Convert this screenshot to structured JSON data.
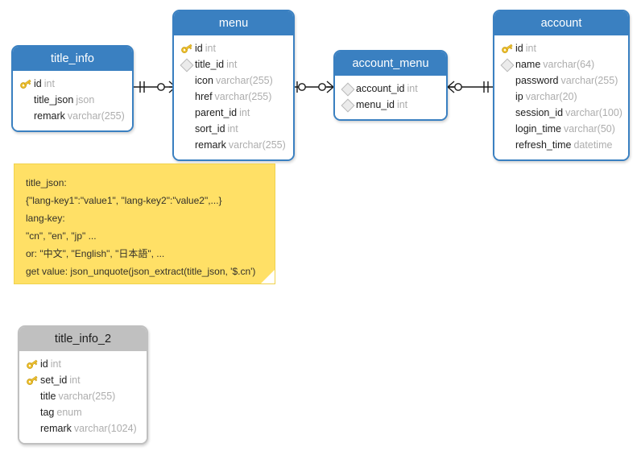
{
  "diagram": {
    "type": "er-diagram",
    "title": "Database ER diagram",
    "colors": {
      "header_blue": "#3A80C1",
      "header_gray": "#C0C0C0",
      "note_yellow": "#FFE066",
      "field_name": "#1D1D1D",
      "field_type": "#ADADAD"
    }
  },
  "entities": [
    {
      "name": "title_info",
      "header_style": "blue",
      "fields": [
        {
          "icon": "primary-key-icon",
          "name": "id",
          "type": "int"
        },
        {
          "icon": "none",
          "name": "title_json",
          "type": "json"
        },
        {
          "icon": "none",
          "name": "remark",
          "type": "varchar(255)"
        }
      ]
    },
    {
      "name": "menu",
      "header_style": "blue",
      "fields": [
        {
          "icon": "primary-key-icon",
          "name": "id",
          "type": "int"
        },
        {
          "icon": "foreign-key-diamond-icon",
          "name": "title_id",
          "type": "int"
        },
        {
          "icon": "none",
          "name": "icon",
          "type": "varchar(255)"
        },
        {
          "icon": "none",
          "name": "href",
          "type": "varchar(255)"
        },
        {
          "icon": "none",
          "name": "parent_id",
          "type": "int"
        },
        {
          "icon": "none",
          "name": "sort_id",
          "type": "int"
        },
        {
          "icon": "none",
          "name": "remark",
          "type": "varchar(255)"
        }
      ]
    },
    {
      "name": "account_menu",
      "header_style": "blue",
      "fields": [
        {
          "icon": "foreign-key-diamond-icon",
          "name": "account_id",
          "type": "int"
        },
        {
          "icon": "foreign-key-diamond-icon",
          "name": "menu_id",
          "type": "int"
        }
      ]
    },
    {
      "name": "account",
      "header_style": "blue",
      "fields": [
        {
          "icon": "primary-key-icon",
          "name": "id",
          "type": "int"
        },
        {
          "icon": "foreign-key-diamond-icon",
          "name": "name",
          "type": "varchar(64)"
        },
        {
          "icon": "none",
          "name": "password",
          "type": "varchar(255)"
        },
        {
          "icon": "none",
          "name": "ip",
          "type": "varchar(20)"
        },
        {
          "icon": "none",
          "name": "session_id",
          "type": "varchar(100)"
        },
        {
          "icon": "none",
          "name": "login_time",
          "type": "varchar(50)"
        },
        {
          "icon": "none",
          "name": "refresh_time",
          "type": "datetime"
        }
      ]
    },
    {
      "name": "title_info_2",
      "header_style": "gray",
      "fields": [
        {
          "icon": "primary-key-icon",
          "name": "id",
          "type": "int"
        },
        {
          "icon": "primary-key-icon",
          "name": "set_id",
          "type": "int"
        },
        {
          "icon": "none",
          "name": "title",
          "type": "varchar(255)"
        },
        {
          "icon": "none",
          "name": "tag",
          "type": "enum"
        },
        {
          "icon": "none",
          "name": "remark",
          "type": "varchar(1024)"
        }
      ]
    }
  ],
  "relationships": [
    {
      "from": "title_info",
      "to": "menu",
      "from_cardinality": "one",
      "to_cardinality": "zero-or-many"
    },
    {
      "from": "menu",
      "to": "account_menu",
      "from_cardinality": "zero-or-one",
      "to_cardinality": "zero-or-many"
    },
    {
      "from": "account_menu",
      "to": "account",
      "from_cardinality": "zero-or-many",
      "to_cardinality": "one"
    }
  ],
  "note": {
    "lines": [
      "title_json:",
      "{\"lang-key1\":\"value1\", \"lang-key2\":\"value2\",...}",
      "lang-key:",
      "\"cn\", \"en\", \"jp\" ...",
      "or: \"中文\", \"English\", \"日本語\", ...",
      "get value: json_unquote(json_extract(title_json, '$.cn')"
    ]
  }
}
